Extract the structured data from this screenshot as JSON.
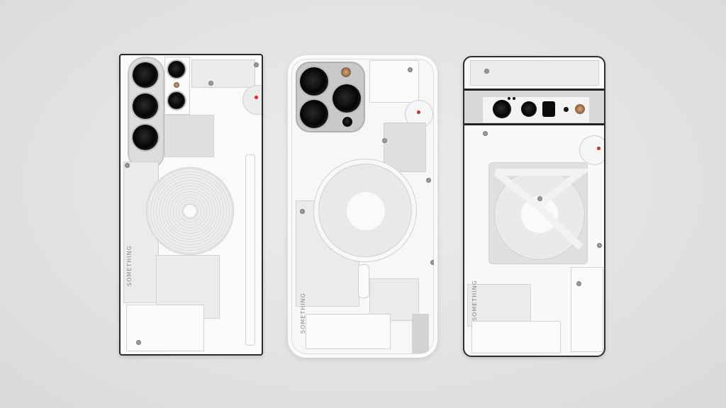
{
  "scene": {
    "description": "Three smartphones shown from the back, each wrapped in a white transparent-look internals skin, on a light grey backdrop",
    "background_color": "#e4e4e4"
  },
  "phones": [
    {
      "id": "left",
      "style": "tall squared phone with five-lens camera cluster and stylus",
      "brand_text": "SOMETHING"
    },
    {
      "id": "center",
      "style": "rounded phone with triple-lens square camera bump and circular wireless charging ring",
      "brand_text": "SOMETHING"
    },
    {
      "id": "right",
      "style": "phone with horizontal camera visor bar and triangular bracket over charging coil",
      "brand_text": "SOMETHING"
    }
  ],
  "colors": {
    "accent_dot": "#e0222a",
    "skin": "#f8f8f8",
    "lens": "#050505",
    "frame_dark": "#2b2b2b"
  }
}
